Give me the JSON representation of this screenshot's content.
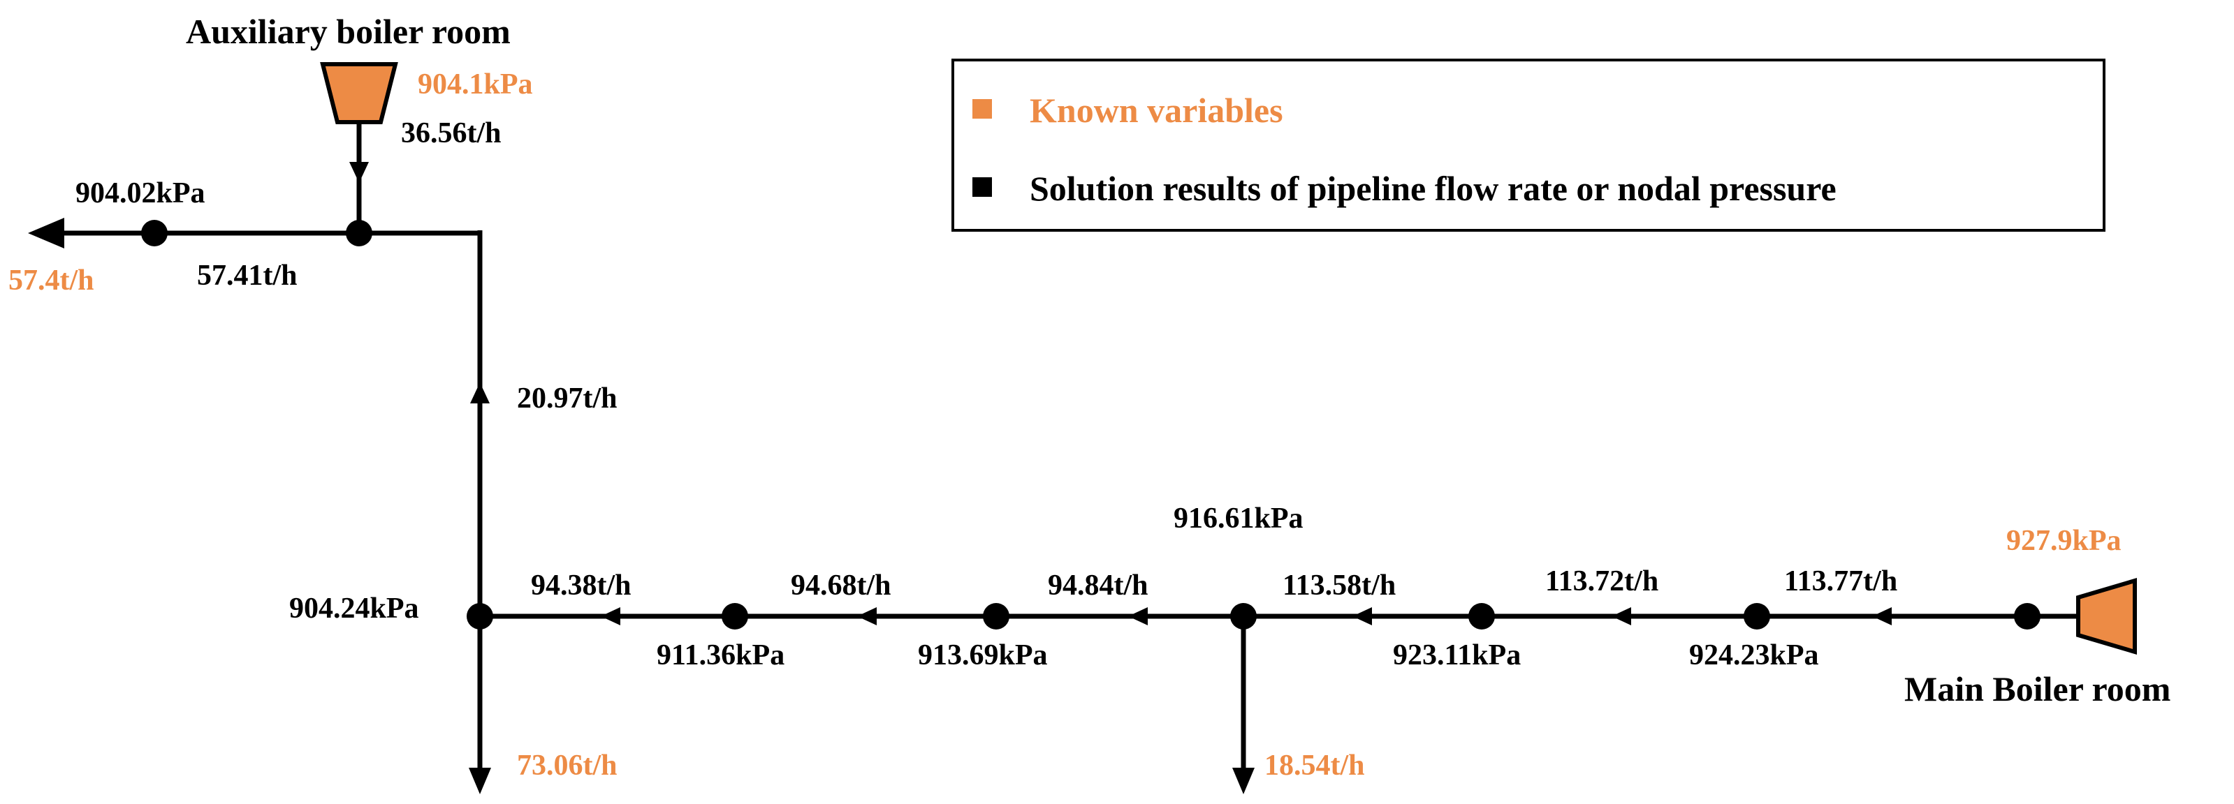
{
  "colors": {
    "known": "#ED8B45",
    "result": "#000000"
  },
  "boilers": {
    "auxiliary": {
      "name": "Auxiliary boiler room",
      "pressure": "904.1kPa",
      "outflow": "36.56t/h"
    },
    "main": {
      "name": "Main Boiler room",
      "pressure": "927.9kPa"
    }
  },
  "legend": {
    "known_label": "Known variables",
    "result_label": "Solution results of pipeline flow rate or nodal pressure"
  },
  "pipes": {
    "aux_left_flow": "57.41t/h",
    "vertical_flow": "20.97t/h",
    "main_flows": [
      "94.38t/h",
      "94.68t/h",
      "94.84t/h",
      "113.58t/h",
      "113.72t/h",
      "113.77t/h"
    ]
  },
  "nodes": {
    "aux_left_pressure": "904.02kPa",
    "junction_pressure": "904.24kPa",
    "main_pressures": [
      "911.36kPa",
      "913.69kPa",
      "916.61kPa",
      "923.11kPa",
      "924.23kPa"
    ]
  },
  "loads": {
    "left_outlet": "57.4t/h",
    "bottom_left": "73.06t/h",
    "bottom_mid": "18.54t/h"
  }
}
